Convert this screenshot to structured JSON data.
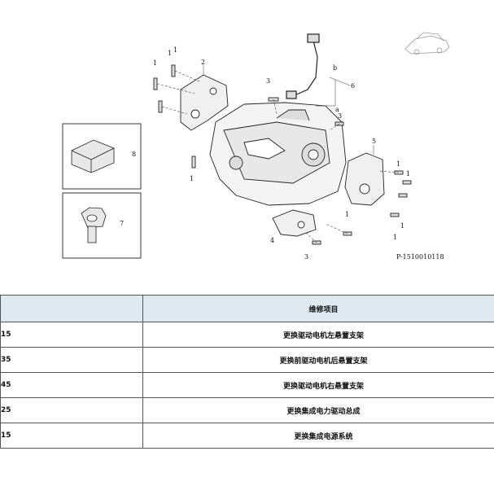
{
  "diagram": {
    "reference_code": "P-1510010118",
    "callouts": [
      "1",
      "1",
      "1",
      "2",
      "3",
      "a",
      "b",
      "6",
      "3",
      "5",
      "1",
      "1",
      "8",
      "1",
      "7",
      "4",
      "1",
      "1",
      "1",
      "3"
    ]
  },
  "table": {
    "header_col2": "维修项目",
    "rows": [
      {
        "num": "15",
        "item": "更换驱动电机左悬置支架"
      },
      {
        "num": "35",
        "item": "更换前驱动电机后悬置支架"
      },
      {
        "num": "45",
        "item": "更换驱动电机右悬置支架"
      },
      {
        "num": "25",
        "item": "更换集成电力驱动总成"
      },
      {
        "num": "15",
        "item": "更换集成电源系统"
      }
    ]
  }
}
